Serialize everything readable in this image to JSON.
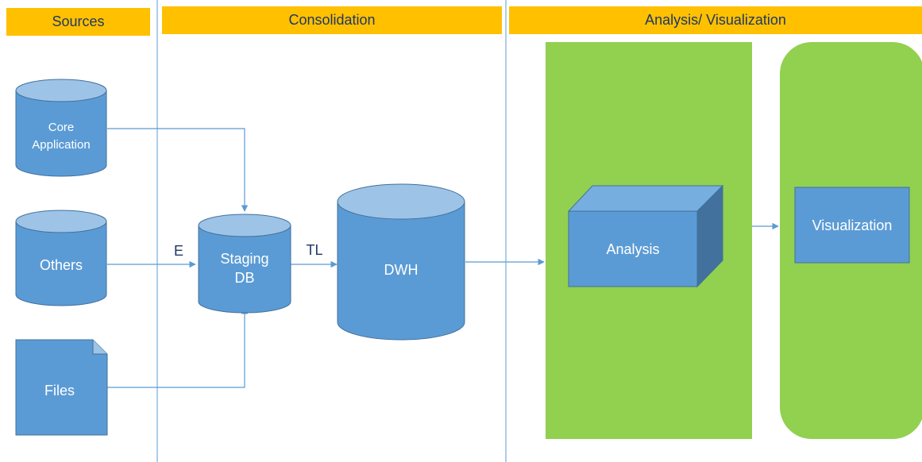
{
  "headers": {
    "sources": "Sources",
    "consolidation": "Consolidation",
    "analysis_visualization": "Analysis/ Visualization"
  },
  "nodes": {
    "core_application_line1": "Core",
    "core_application_line2": "Application",
    "others": "Others",
    "files": "Files",
    "staging_db_line1": "Staging",
    "staging_db_line2": "DB",
    "dwh": "DWH",
    "analysis": "Analysis",
    "visualization": "Visualization"
  },
  "edge_labels": {
    "extract": "E",
    "transform_load": "TL"
  },
  "colors": {
    "header": "#ffc000",
    "header_text": "#1f3864",
    "shape_fill": "#5b9bd5",
    "shape_top": "#9dc3e6",
    "shape_stroke": "#41719c",
    "panel_green": "#92d050",
    "connector": "#5b9bd5",
    "divider": "#5b9bd5"
  }
}
